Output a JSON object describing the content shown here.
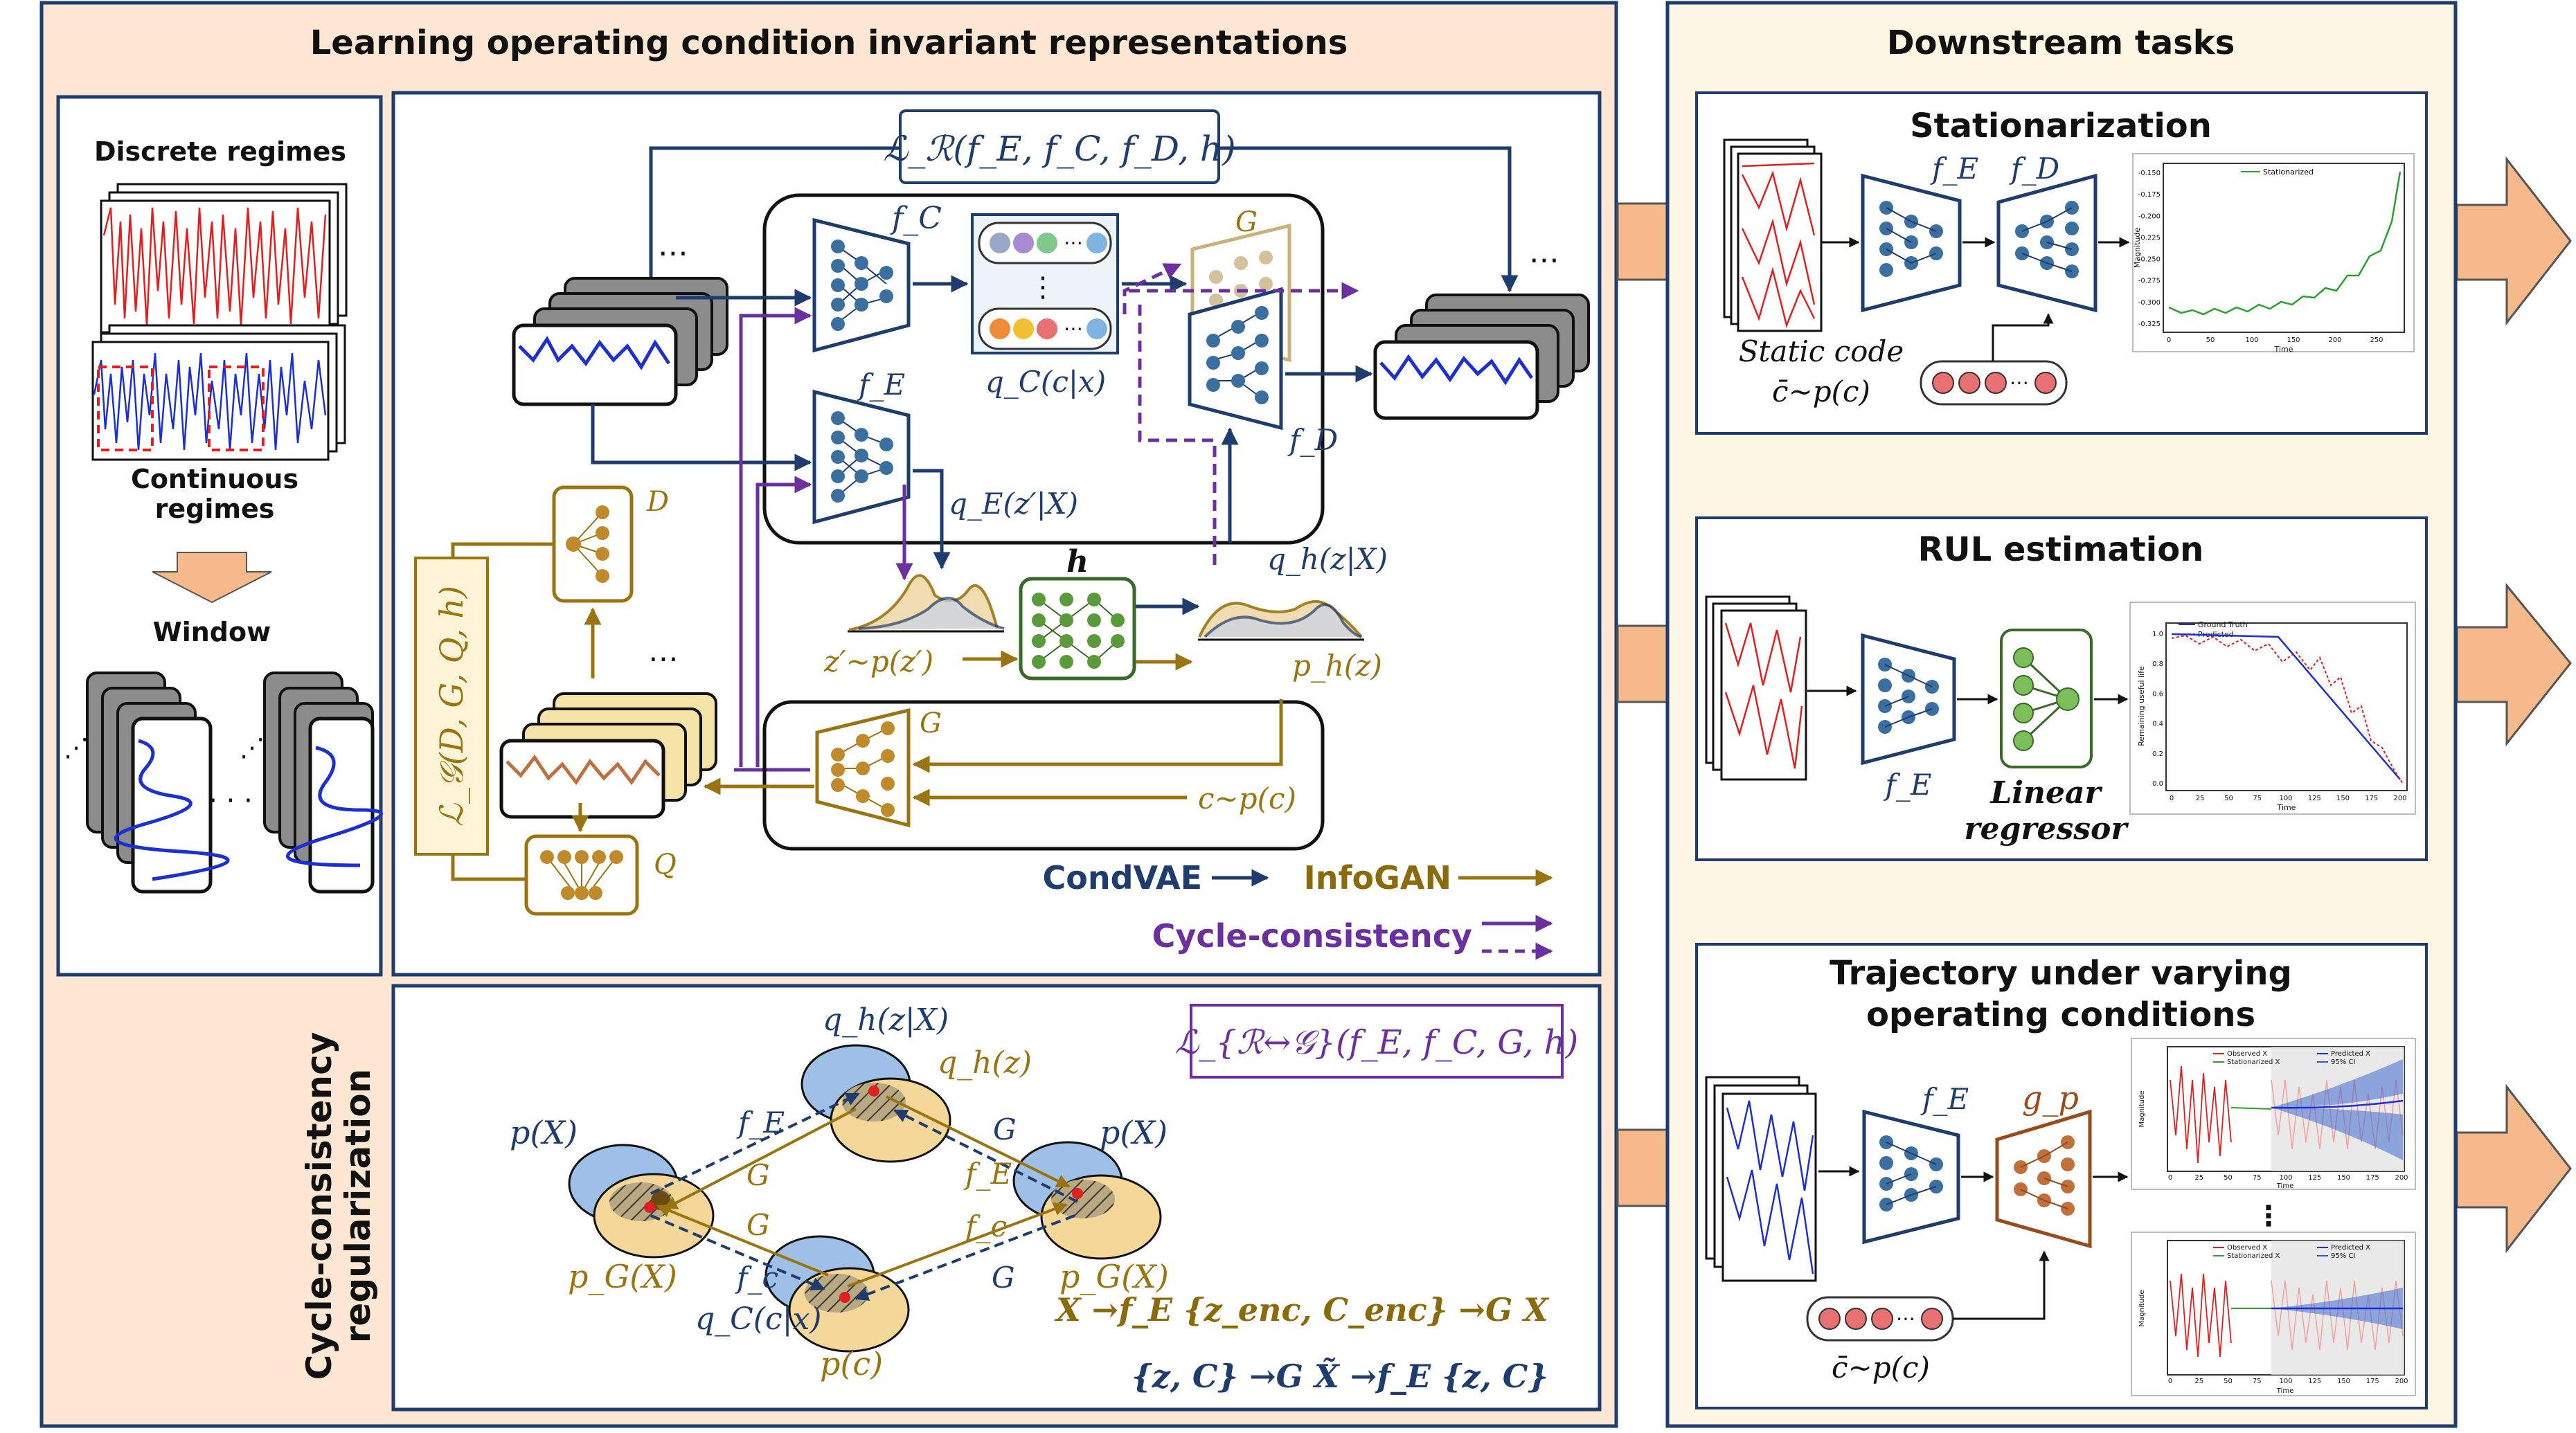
{
  "left_panel": {
    "title": "Learning operating condition invariant representations",
    "regimes": {
      "discrete": "Discrete regimes",
      "continuous_line1": "Continuous",
      "continuous_line2": "regimes",
      "window": "Window",
      "dots": "· · ·"
    },
    "model": {
      "loss_recon": "ℒ_ℛ(f_E, f_C, f_D, h)",
      "loss_gan": "ℒ_𝒢(D, G, Q, h)",
      "fc": "f_C",
      "fe": "f_E",
      "fd": "f_D",
      "g_top": "G",
      "g_bottom": "G",
      "h": "h",
      "d": "D",
      "q": "Q",
      "qc": "q_C(c|x)",
      "qe": "q_E(z′|X)",
      "qh": "q_h(z|X)",
      "zprior": "z′~p(z′)",
      "ph": "p_h(z)",
      "cprior": "c~p(c)",
      "ellipsis": "⋯",
      "legend": {
        "condvae": "CondVAE",
        "infogan": "InfoGAN",
        "cycle": "Cycle-consistency"
      }
    },
    "cycle": {
      "side_label_line1": "Cycle-consistency",
      "side_label_line2": "regularization",
      "loss": "ℒ_{ℛ↔𝒢}(f_E, f_C, G, h)",
      "nodes": {
        "qh_zx": "q_h(z|X)",
        "qh_z": "q_h(z)",
        "pX_left": "p(X)",
        "pX_right": "p(X)",
        "pG_left": "p_G(X)",
        "pG_right": "p_G(X)",
        "qc_cx": "q_C(c|x)",
        "pc": "p(c)"
      },
      "edges": {
        "fe1": "f_E",
        "g1": "G",
        "g2": "G",
        "fc1": "f_c",
        "g3": "G",
        "fe2": "f_E",
        "fc2": "f_c",
        "g4": "G"
      },
      "eq1": "X →f_E {z_enc, C_enc} →G X",
      "eq2": "{z, C} →G X̃ →f_E {z, C}"
    }
  },
  "right_panel": {
    "title": "Downstream tasks",
    "stationarization": {
      "title": "Stationarization",
      "fe": "f_E",
      "fd": "f_D",
      "static_code": "Static code",
      "code_prior": "c̄~p(c)",
      "plot_legend": "Stationarized",
      "plot_xlabel": "Time",
      "plot_ylabel": "Magnitude",
      "y_ticks": [
        "-0.150",
        "-0.175",
        "-0.200",
        "-0.225",
        "-0.250",
        "-0.275",
        "-0.300",
        "-0.325"
      ],
      "x_ticks": [
        "0",
        "50",
        "100",
        "150",
        "200",
        "250"
      ]
    },
    "rul": {
      "title": "RUL estimation",
      "fe": "f_E",
      "regressor_line1": "Linear",
      "regressor_line2": "regressor",
      "legend_truth": "Ground Truth",
      "legend_pred": "Predicted",
      "plot_xlabel": "Time",
      "plot_ylabel": "Remaining useful life",
      "y_ticks": [
        "1.0",
        "0.8",
        "0.6",
        "0.4",
        "0.2",
        "0.0"
      ],
      "x_ticks": [
        "0",
        "25",
        "50",
        "75",
        "100",
        "125",
        "150",
        "175",
        "200"
      ]
    },
    "trajectory": {
      "title_line1": "Trajectory under varying",
      "title_line2": "operating conditions",
      "fe": "f_E",
      "gp": "g_p",
      "code_prior": "c̄~p(c)",
      "vdots": "⋮",
      "legend": [
        "Observed X",
        "Stationarized X",
        "Predicted X",
        "95% CI"
      ],
      "plot_xlabel": "Time",
      "plot_ylabel": "Magnitude",
      "x_ticks": [
        "0",
        "25",
        "50",
        "75",
        "100",
        "125",
        "150",
        "175",
        "200"
      ]
    }
  },
  "colors": {
    "navy": "#1f3c6e",
    "gold": "#8a6a0a",
    "purple": "#6b2fa0",
    "panel_bg": "#fde6d2",
    "right_bg": "#fdf6e3",
    "red_signal": "#e02020",
    "blue_signal": "#1c2fd0",
    "net_blue": "#3a6fa0",
    "net_green": "#5a9a3a",
    "net_brown": "#9a4a1a"
  }
}
